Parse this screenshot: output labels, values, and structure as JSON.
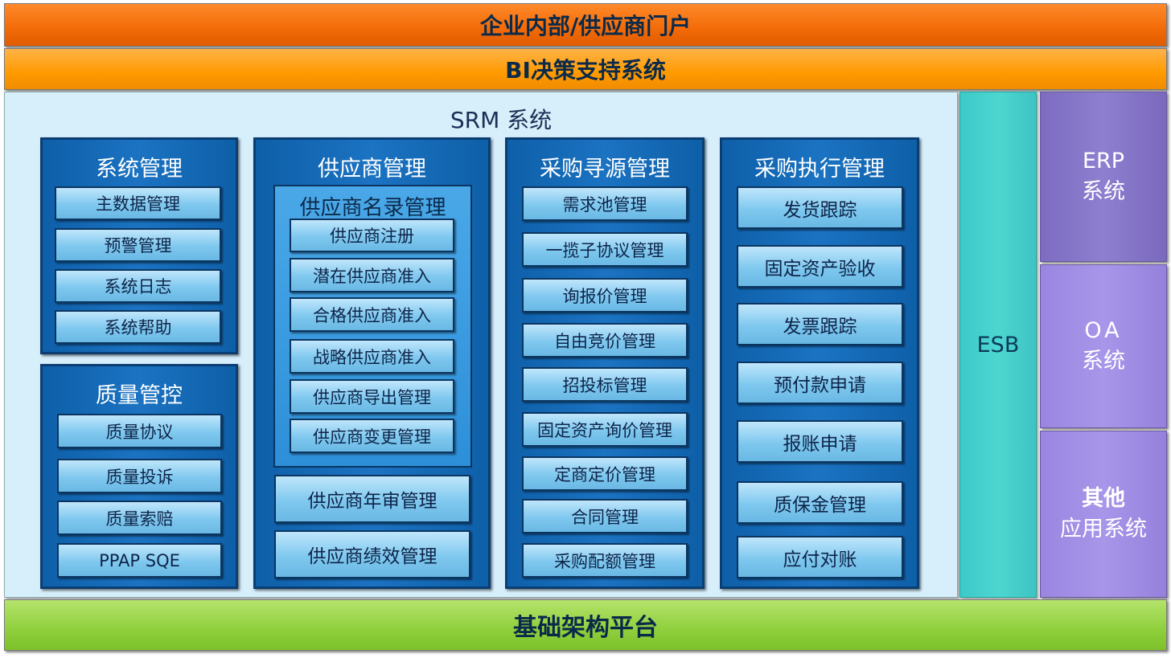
{
  "top_bands": {
    "portal": "企业内部/供应商门户",
    "bi": "BI决策支持系统",
    "base": "基础架构平台"
  },
  "srm": {
    "title": "SRM 系统",
    "system_mgmt": {
      "title": "系统管理",
      "items": [
        "主数据管理",
        "预警管理",
        "系统日志",
        "系统帮助"
      ]
    },
    "quality": {
      "title": "质量管控",
      "items": [
        "质量协议",
        "质量投诉",
        "质量索赔",
        "PPAP SQE"
      ]
    },
    "supplier": {
      "title": "供应商管理",
      "directory_title": "供应商名录管理",
      "directory_items": [
        "供应商注册",
        "潜在供应商准入",
        "合格供应商准入",
        "战略供应商准入",
        "供应商导出管理",
        "供应商变更管理"
      ],
      "items": [
        "供应商年审管理",
        "供应商绩效管理"
      ]
    },
    "sourcing": {
      "title": "采购寻源管理",
      "items": [
        "需求池管理",
        "一揽子协议管理",
        "询报价管理",
        "自由竞价管理",
        "招投标管理",
        "固定资产询价管理",
        "定商定价管理",
        "合同管理",
        "采购配额管理"
      ]
    },
    "execution": {
      "title": "采购执行管理",
      "items": [
        "发货跟踪",
        "固定资产验收",
        "发票跟踪",
        "预付款申请",
        "报账申请",
        "质保金管理",
        "应付对账"
      ]
    }
  },
  "esb": "ESB",
  "side": {
    "erp": [
      "ERP",
      "系统"
    ],
    "oa": [
      "OA",
      "系统"
    ],
    "other": [
      "其他",
      "应用系统"
    ]
  }
}
